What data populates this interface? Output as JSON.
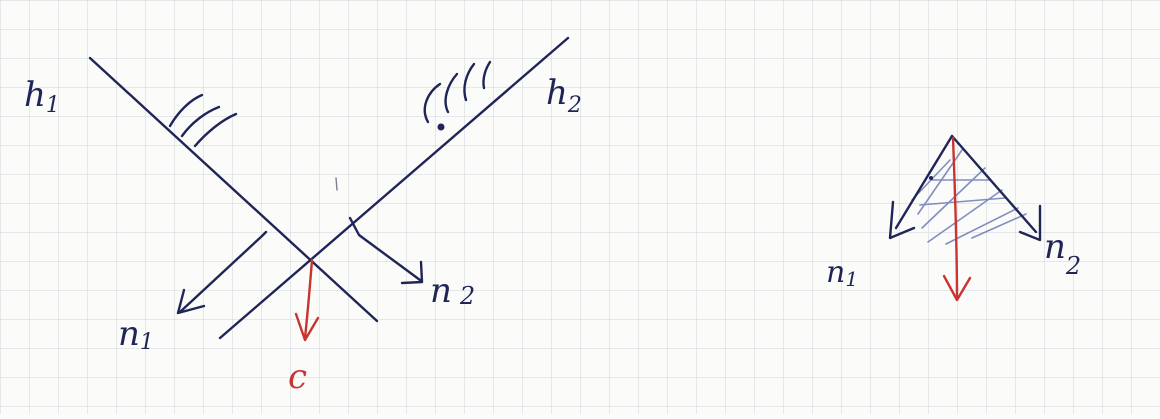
{
  "labels": {
    "h1": "h",
    "h1_sub": "1",
    "h2": "h",
    "h2_sub": "2",
    "n1_left": "n",
    "n1_left_sub": "1",
    "n2_left": "n",
    "n2_left_sub": "2",
    "c": "c",
    "n1_right": "n",
    "n1_right_sub": "1",
    "n2_right": "n",
    "n2_right_sub": "2"
  },
  "colors": {
    "ink": "#1f2557",
    "red": "#c8342f",
    "grid": "#cfd6da",
    "paper": "#fbfbf9"
  }
}
